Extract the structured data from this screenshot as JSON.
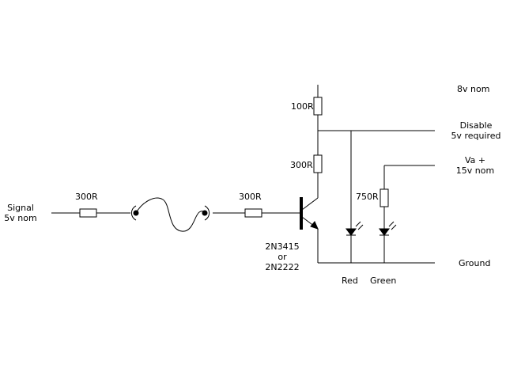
{
  "labels": {
    "signal_line1": "Signal",
    "signal_line2": "5v nom",
    "r_input": "300R",
    "r_base": "300R",
    "r_top": "100R",
    "r_collector": "300R",
    "r_green": "750R",
    "supply": "8v nom",
    "disable_line1": "Disable",
    "disable_line2": "5v required",
    "va_line1": "Va +",
    "va_line2": "15v nom",
    "ground": "Ground",
    "transistor_line1": "2N3415",
    "transistor_line2": "or",
    "transistor_line3": "2N2222",
    "led_red": "Red",
    "led_green": "Green"
  }
}
